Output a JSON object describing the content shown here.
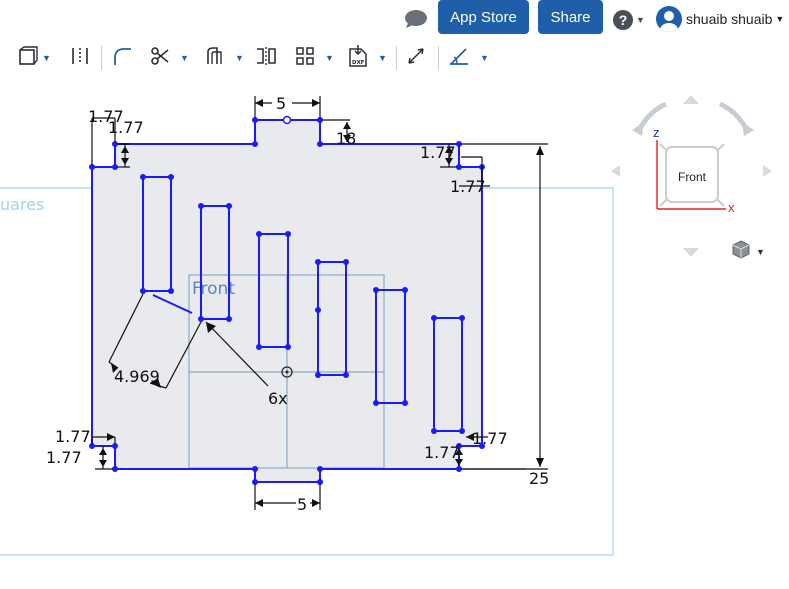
{
  "header": {
    "app_store_label": "App Store",
    "share_label": "Share",
    "user_name": "shuaib shuaib",
    "help_symbol": "?"
  },
  "toolbar": {
    "icons": [
      "sketch-plane-icon",
      "construction-icon",
      "fillet-icon",
      "trim-icon",
      "offset-icon",
      "mirror-icon",
      "pattern-icon",
      "dxf-import-icon",
      "dimension-icon",
      "constraint-icon"
    ]
  },
  "canvas": {
    "plane_label_squares": "uares",
    "plane_label_front": "Front",
    "dims": {
      "top_width": "5",
      "bottom_width": "5",
      "top_notch_depth": "18",
      "left_top_a": "1.77",
      "left_top_b": "1.77",
      "right_top_a": "1.77",
      "right_top_b": "1.77",
      "left_bottom_a": "1.77",
      "left_bottom_b": "1.77",
      "right_bottom_a": "1.77",
      "right_bottom_b": "1.77",
      "height": "25",
      "slot_spacing": "4.969",
      "pattern_count": "6x"
    }
  },
  "view_cube": {
    "face_label": "Front",
    "axis_z": "z",
    "axis_x": "x"
  },
  "colors": {
    "accent": "#1f5ea8",
    "sketch_blue": "#1a1aff",
    "plane_cyan": "#9fd3ec",
    "axis_red": "#e02020"
  }
}
